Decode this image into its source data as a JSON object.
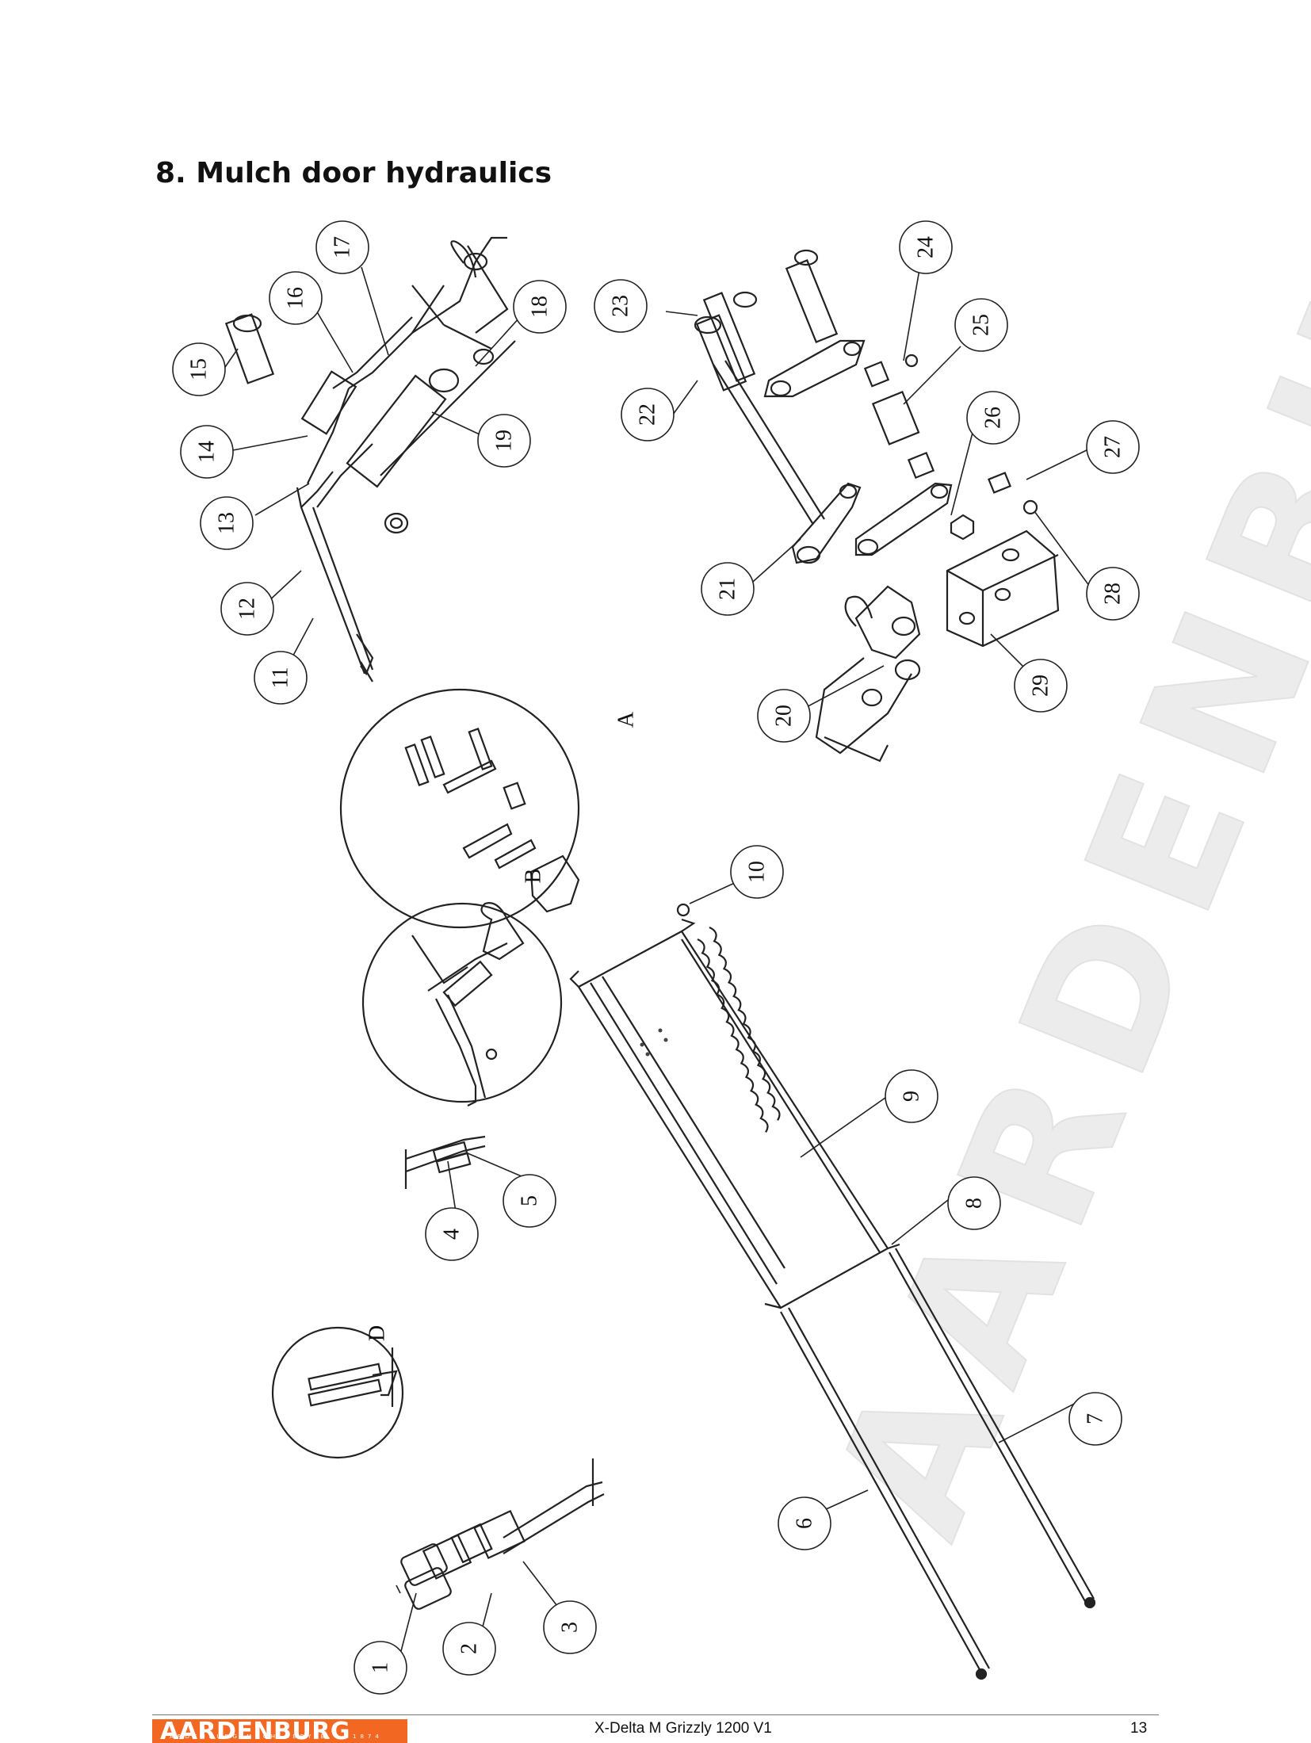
{
  "page": {
    "heading": "8. Mulch door hydraulics"
  },
  "drawing": {
    "watermark": "AARDENBURG",
    "callouts": [
      "1",
      "2",
      "3",
      "4",
      "5",
      "6",
      "7",
      "8",
      "9",
      "10",
      "11",
      "12",
      "13",
      "14",
      "15",
      "16",
      "17",
      "18",
      "19",
      "20",
      "21",
      "22",
      "23",
      "24",
      "25",
      "26",
      "27",
      "28",
      "29"
    ],
    "detail_labels": {
      "a": "A",
      "b": "B",
      "d": "D"
    }
  },
  "footer": {
    "logo_text": "AARDENBURG",
    "logo_subtext": "AARDENBURG MACHINERY B.V. 1874",
    "document_name": "X-Delta M Grizzly 1200 V1",
    "page_number": "13"
  },
  "colors": {
    "brand_orange": "#f26722",
    "line": "#222222",
    "watermark": "#ececec"
  }
}
